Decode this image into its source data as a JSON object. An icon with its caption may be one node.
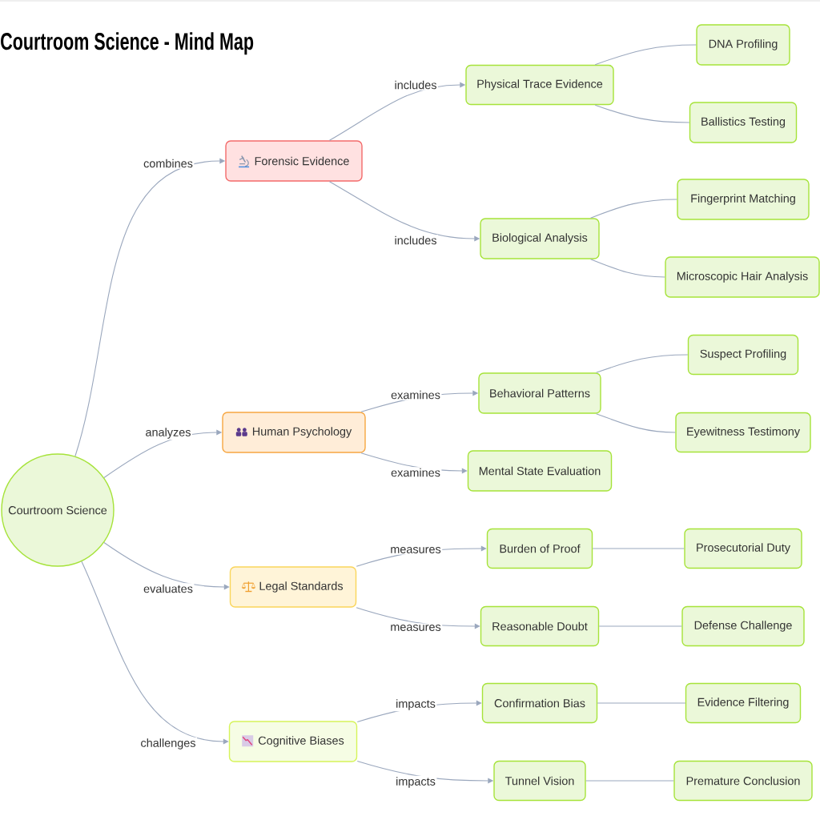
{
  "diagram": {
    "title": "Courtroom Science - Mind Map",
    "nodes": [
      {
        "text": [
          "Courtroom Science"
        ]
      },
      {
        "text": [
          "Forensic Evidence"
        ]
      },
      {
        "text": [
          "Physical Trace Evidence"
        ]
      },
      {
        "text": [
          "DNA Profiling"
        ]
      },
      {
        "text": [
          "Ballistics Testing"
        ]
      },
      {
        "text": [
          "Biological Analysis"
        ]
      },
      {
        "text": [
          "Fingerprint Matching"
        ]
      },
      {
        "text": [
          "Microscopic Hair Analysis"
        ]
      },
      {
        "text": [
          "Human Psychology"
        ]
      },
      {
        "text": [
          "Behavioral Patterns"
        ]
      },
      {
        "text": [
          "Suspect Profiling"
        ]
      },
      {
        "text": [
          "Eyewitness Testimony"
        ]
      },
      {
        "text": [
          "Mental State Evaluation"
        ]
      },
      {
        "text": [
          "Legal Standards"
        ]
      },
      {
        "text": [
          "Burden of Proof"
        ]
      },
      {
        "text": [
          "Prosecutorial Duty"
        ]
      },
      {
        "text": [
          "Reasonable Doubt"
        ]
      },
      {
        "text": [
          "Defense Challenge"
        ]
      },
      {
        "text": [
          "Cognitive Biases"
        ]
      },
      {
        "text": [
          "Confirmation Bias"
        ]
      },
      {
        "text": [
          "Evidence Filtering"
        ]
      },
      {
        "text": [
          "Tunnel Vision"
        ]
      },
      {
        "text": [
          "Premature Conclusion"
        ]
      }
    ],
    "edges": [
      {
        "from": 0,
        "to": 1,
        "arrow": "to",
        "label": "combines"
      },
      {
        "from": 1,
        "to": 2,
        "arrow": "to",
        "label": "includes"
      },
      {
        "from": 2,
        "to": 3,
        "arrow": "none"
      },
      {
        "from": 2,
        "to": 4,
        "arrow": "none"
      },
      {
        "from": 1,
        "to": 5,
        "arrow": "to",
        "label": "includes"
      },
      {
        "from": 5,
        "to": 6,
        "arrow": "none"
      },
      {
        "from": 5,
        "to": 7,
        "arrow": "none"
      },
      {
        "from": 0,
        "to": 8,
        "arrow": "to",
        "label": "analyzes"
      },
      {
        "from": 8,
        "to": 9,
        "arrow": "to",
        "label": "examines"
      },
      {
        "from": 9,
        "to": 10,
        "arrow": "none"
      },
      {
        "from": 9,
        "to": 11,
        "arrow": "none"
      },
      {
        "from": 8,
        "to": 12,
        "arrow": "to",
        "label": "examines"
      },
      {
        "from": 0,
        "to": 13,
        "arrow": "to",
        "label": "evaluates"
      },
      {
        "from": 13,
        "to": 14,
        "arrow": "to",
        "label": "measures"
      },
      {
        "from": 14,
        "to": 15,
        "arrow": "none"
      },
      {
        "from": 13,
        "to": 16,
        "arrow": "to",
        "label": "measures"
      },
      {
        "from": 16,
        "to": 17,
        "arrow": "none"
      },
      {
        "from": 0,
        "to": 18,
        "arrow": "to",
        "label": "challenges"
      },
      {
        "from": 18,
        "to": 19,
        "arrow": "to",
        "label": "impacts"
      },
      {
        "from": 19,
        "to": 20,
        "arrow": "none"
      },
      {
        "from": 18,
        "to": 21,
        "arrow": "to",
        "label": "impacts"
      },
      {
        "from": 21,
        "to": 22,
        "arrow": "none"
      }
    ]
  }
}
